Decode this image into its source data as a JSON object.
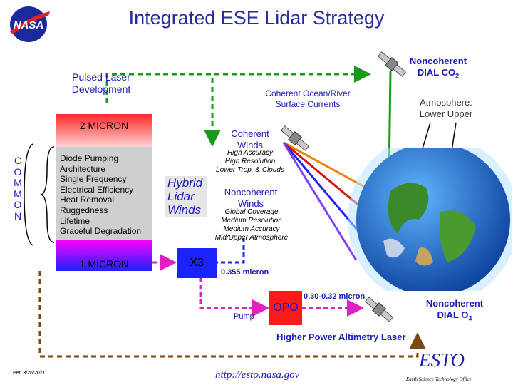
{
  "slide": {
    "title": "Integrated ESE Lidar Strategy",
    "logo_text": "NASA"
  },
  "left": {
    "pulsed_dev": "Pulsed Laser Development",
    "two_micron": "2 MICRON",
    "one_micron": "1 MICRON",
    "common_letters": [
      "C",
      "O",
      "M",
      "M",
      "O",
      "N"
    ],
    "features": [
      "Diode Pumping",
      "Architecture",
      "Single Frequency",
      "Electrical Efficiency",
      "Heat Removal",
      "Ruggedness",
      "Lifetime",
      "Graceful Degradation"
    ]
  },
  "center": {
    "hybrid": "Hybrid Lidar Winds",
    "x3": "X3",
    "coherent_ocean": "Coherent Ocean/River Surface Currents",
    "coherent_winds": "Coherent Winds",
    "coherent_desc": [
      "High Accuracy",
      "High Resolution",
      "Lower Trop. & Clouds"
    ],
    "noncoherent_winds": "Noncoherent Winds",
    "noncoherent_desc": [
      "Global Coverage",
      "Medium Resolution",
      "Medium Accuracy",
      "Mid/Upper Atmosphere"
    ],
    "micron_355": "0.355 micron",
    "micron_030": "0.30-0.32 micron",
    "pump": "Pump",
    "opo": "OPO",
    "altimetry": "Higher Power Altimetry Laser"
  },
  "right": {
    "dial_co2_prefix": "Noncoherent DIAL CO",
    "dial_co2_sub": "2",
    "atmosphere": "Atmosphere: Lower Upper",
    "dial_o3_prefix": "Noncoherent DIAL O",
    "dial_o3_sub": "3"
  },
  "footer": {
    "date": "Peri 3/26/2021",
    "url": "http://esto.nasa.gov",
    "esto": "ESTO",
    "esto_sub": "Earth Science Technology Office"
  },
  "colors": {
    "arrow_green": "#1a9a1a",
    "arrow_brown": "#7a4a10",
    "arrow_magenta": "#e020c0",
    "beam_orange": "#f08010",
    "beam_red": "#dd1111",
    "beam_blue": "#1a22ff",
    "beam_violet": "#8040ff",
    "beam_magenta": "#ff10c0"
  }
}
